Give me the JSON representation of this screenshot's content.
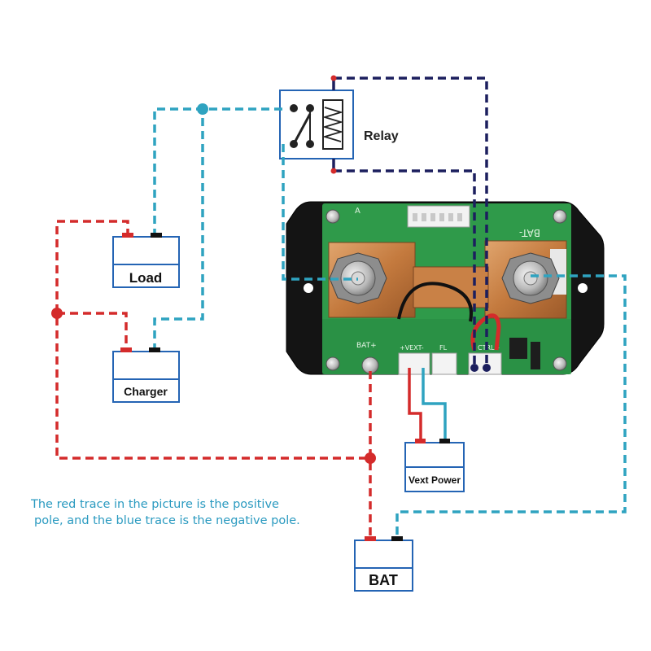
{
  "labels": {
    "relay": "Relay",
    "load": "Load",
    "charger": "Charger",
    "vext_power": "Vext Power",
    "bat": "BAT"
  },
  "board_silkscreen": {
    "corner_a": "A",
    "bat_minus": "BAT-",
    "bat_plus": "BAT+",
    "vext_minus": "+VEXT-",
    "fl": "FL",
    "ctrl": "CTRL+"
  },
  "caption": {
    "line1": "The red trace in the picture is the positive",
    "line2": "pole, and the blue trace is the negative pole."
  },
  "colors": {
    "positive": "#d42b2b",
    "negative": "#2fa3c0",
    "control": "#1c1f5e",
    "box_border": "#2464b4",
    "pcb": "#2f9a4a",
    "housing": "#141414",
    "caption": "#2a9ac0"
  }
}
